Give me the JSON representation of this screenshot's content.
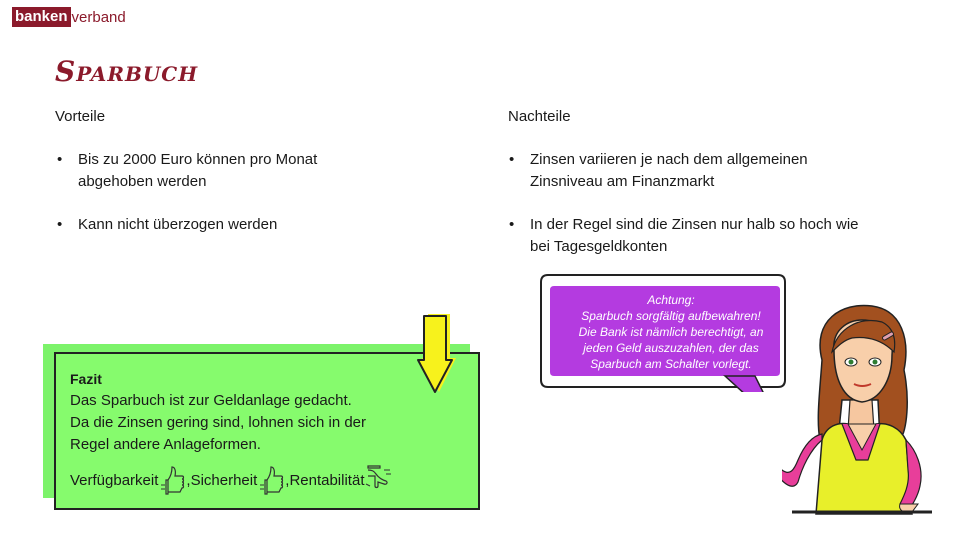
{
  "logo": {
    "bold": "banken",
    "rest": "verband"
  },
  "title": "Sparbuch",
  "columns": {
    "left": {
      "heading": "Vorteile",
      "items": [
        {
          "bullet": "•",
          "text": "Bis zu 2000 Euro können pro Monat abgehoben werden"
        },
        {
          "bullet": "•",
          "text": "Kann nicht überzogen werden"
        }
      ]
    },
    "right": {
      "heading": "Nachteile",
      "items": [
        {
          "bullet": "•",
          "text": "Zinsen variieren je nach dem allgemeinen Zinsniveau am Finanzmarkt"
        },
        {
          "bullet": "•",
          "text": "In der Regel sind die Zinsen nur halb so hoch wie bei Tagesgeldkonten"
        }
      ]
    }
  },
  "fazit": {
    "heading": "Fazit",
    "line1": "Das Sparbuch ist zur Geldanlage gedacht.",
    "line2": "Da die Zinsen gering sind, lohnen sich in der",
    "line3": "Regel andere Anlageformen.",
    "rating": [
      {
        "label": "Verfügbarkeit",
        "icon": "thumbs-up-icon",
        "sep": ","
      },
      {
        "label": " Sicherheit",
        "icon": "thumbs-up-icon",
        "sep": ","
      },
      {
        "label": " Rentabilität",
        "icon": "thumbs-down-icon",
        "sep": ""
      }
    ]
  },
  "callout": {
    "line1": "Achtung:",
    "line2": "Sparbuch sorgfältig aufbewahren!",
    "line3": "Die Bank ist nämlich berechtigt, an",
    "line4": "jeden Geld auszuzahlen, der das",
    "line5": "Sparbuch am Schalter vorlegt."
  },
  "colors": {
    "brand": "#8b1a2b",
    "fazit_bg": "#86fb6d",
    "arrow": "#f7f21c",
    "bubble": "#b43be0"
  }
}
